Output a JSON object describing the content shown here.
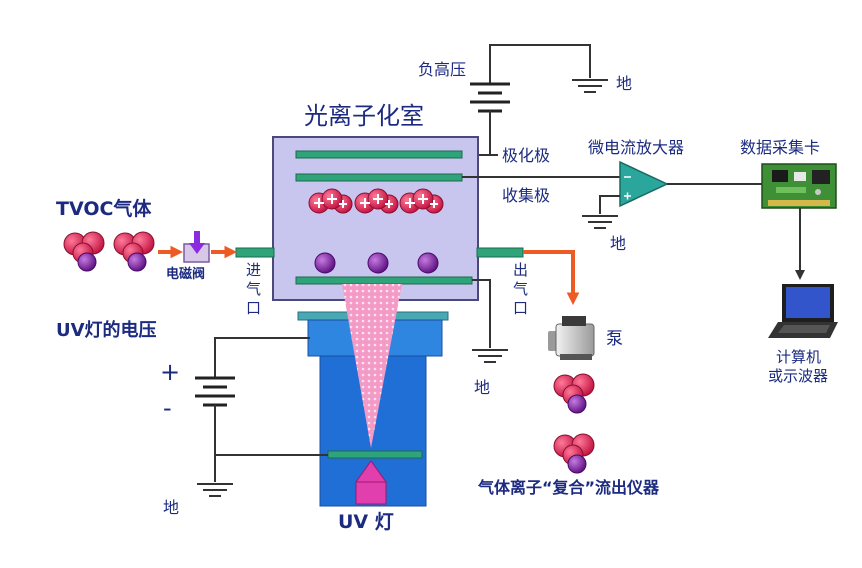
{
  "title": "光离子化室",
  "high_voltage": {
    "label": "负高压"
  },
  "ground_label": "地",
  "electrodes": {
    "polarizing": "极化极",
    "collector": "收集极"
  },
  "amplifier": {
    "label": "微电流放大器"
  },
  "daq_card": {
    "label": "数据采集卡"
  },
  "computer": {
    "line1": "计算机",
    "line2": "或示波器"
  },
  "gas_inlet": {
    "gas_label": "TVOC气体",
    "valve_label": "电磁阀",
    "inlet_label": "进气口"
  },
  "gas_outlet": {
    "outlet_label": "出气口",
    "pump_label": "泵",
    "exit_label": "气体离子“复合”流出仪器"
  },
  "uv_supply": {
    "label": "UV灯的电压",
    "plus": "+",
    "minus": "-"
  },
  "uv_lamp": {
    "label": "UV 灯"
  },
  "colors": {
    "text": "#1c2b80",
    "wire": "#333333",
    "chamber_fill": "#c8c5ef",
    "electrode": "#2fa37a",
    "ion": "#e01a55",
    "molecule_purple": "#7b1fa2",
    "uv_housing": "#1f6fd6",
    "uv_beam": "#f39bc6",
    "uv_lamp": "#e23fae",
    "flow_arrow": "#ee5a24",
    "amplifier": "#2aa69c"
  },
  "icons": {
    "ground": "ground-symbol-icon",
    "battery": "battery-symbol-icon",
    "amplifier": "op-amp-icon",
    "daq_card": "circuit-board-icon",
    "computer": "laptop-icon",
    "pump": "pump-icon",
    "valve": "solenoid-valve-icon",
    "molecule": "molecule-icon",
    "ion": "positive-ion-icon"
  }
}
